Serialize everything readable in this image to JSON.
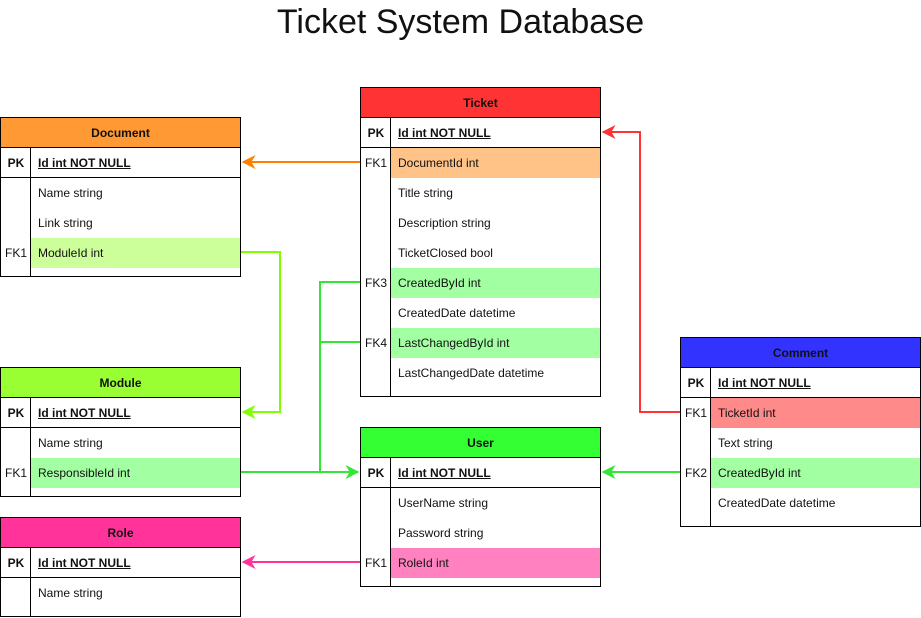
{
  "title": "Ticket System Database",
  "colors": {
    "document": "#FF9933",
    "module": "#99FF33",
    "role": "#FF3399",
    "ticket": "#FF3333",
    "user": "#33FF33",
    "comment": "#3333FF",
    "fk_document": "#FFC387",
    "fk_module": "#CCFF99",
    "fk_user": "#A2FFA2",
    "fk_role": "#FF81C0",
    "fk_ticket": "#FF8A8A",
    "line_document": "#FF8000",
    "line_module": "#80FF00",
    "line_user": "#33E633",
    "line_role": "#FF3399",
    "line_ticket": "#FF3333"
  },
  "entities": {
    "document": {
      "name": "Document",
      "pk": {
        "key": "PK",
        "field": "Id int NOT NULL"
      },
      "rows": [
        {
          "key": "",
          "field": "Name string"
        },
        {
          "key": "",
          "field": "Link string"
        },
        {
          "key": "FK1",
          "field": "ModuleId int"
        }
      ]
    },
    "module": {
      "name": "Module",
      "pk": {
        "key": "PK",
        "field": "Id int NOT NULL"
      },
      "rows": [
        {
          "key": "",
          "field": "Name string"
        },
        {
          "key": "FK1",
          "field": "ResponsibleId int"
        }
      ]
    },
    "role": {
      "name": "Role",
      "pk": {
        "key": "PK",
        "field": "Id int NOT NULL"
      },
      "rows": [
        {
          "key": "",
          "field": "Name string"
        }
      ]
    },
    "ticket": {
      "name": "Ticket",
      "pk": {
        "key": "PK",
        "field": "Id int NOT NULL"
      },
      "rows": [
        {
          "key": "FK1",
          "field": "DocumentId int"
        },
        {
          "key": "",
          "field": "Title string"
        },
        {
          "key": "",
          "field": "Description string"
        },
        {
          "key": "",
          "field": "TicketClosed bool"
        },
        {
          "key": "FK3",
          "field": "CreatedById int"
        },
        {
          "key": "",
          "field": "CreatedDate datetime"
        },
        {
          "key": "FK4",
          "field": "LastChangedById int"
        },
        {
          "key": "",
          "field": "LastChangedDate datetime"
        }
      ]
    },
    "user": {
      "name": "User",
      "pk": {
        "key": "PK",
        "field": "Id int NOT NULL"
      },
      "rows": [
        {
          "key": "",
          "field": "UserName string"
        },
        {
          "key": "",
          "field": "Password string"
        },
        {
          "key": "FK1",
          "field": "RoleId int"
        }
      ]
    },
    "comment": {
      "name": "Comment",
      "pk": {
        "key": "PK",
        "field": "Id int NOT NULL"
      },
      "rows": [
        {
          "key": "FK1",
          "field": "TicketId int"
        },
        {
          "key": "",
          "field": "Text string"
        },
        {
          "key": "FK2",
          "field": "CreatedById int"
        },
        {
          "key": "",
          "field": "CreatedDate datetime"
        }
      ]
    }
  }
}
